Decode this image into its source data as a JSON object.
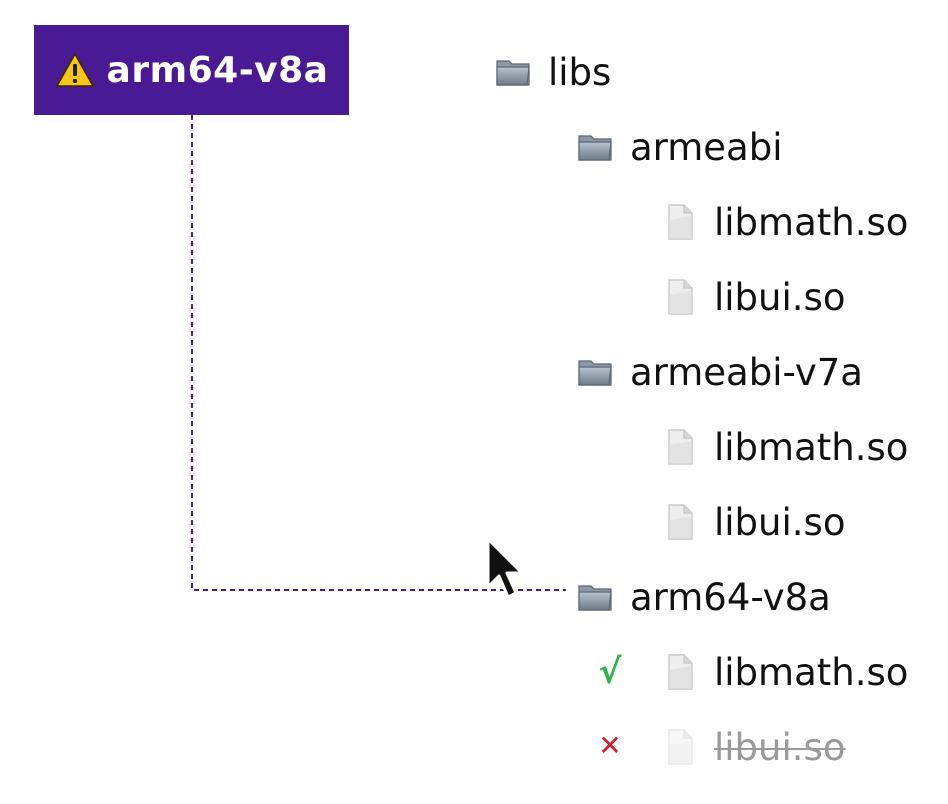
{
  "colors": {
    "callout_bg": "#4a1994",
    "connector": "#4a1994",
    "folder": "#8d99a8",
    "file": "#c9c9c9",
    "check": "#2db34a",
    "cross": "#d21f2a"
  },
  "callout": {
    "icon": "warning-icon",
    "label": "arm64-v8a"
  },
  "tree": [
    {
      "name": "libs",
      "kind": "folder"
    },
    {
      "name": "armeabi",
      "kind": "folder"
    },
    {
      "name": "libmath.so",
      "kind": "file"
    },
    {
      "name": "libui.so",
      "kind": "file"
    },
    {
      "name": "armeabi-v7a",
      "kind": "folder"
    },
    {
      "name": "libmath.so",
      "kind": "file"
    },
    {
      "name": "libui.so",
      "kind": "file"
    },
    {
      "name": "arm64-v8a",
      "kind": "folder",
      "highlighted": true
    },
    {
      "name": "libmath.so",
      "kind": "file",
      "status": "present",
      "status_mark": "√"
    },
    {
      "name": "libui.so",
      "kind": "file",
      "status": "missing",
      "status_mark": "✕",
      "struck_through": true
    }
  ]
}
